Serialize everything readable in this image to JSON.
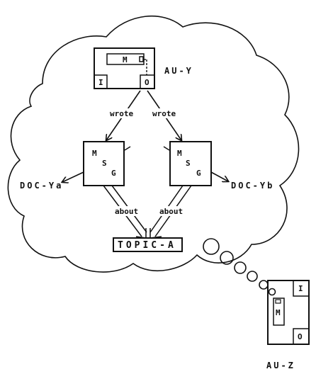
{
  "diagram": {
    "author_node": {
      "name": "AU-Y",
      "message_slot": "M",
      "input_slot": "I",
      "output_slot": "O"
    },
    "edges": {
      "left_wrote": "wrote",
      "right_wrote": "wrote",
      "left_about": "about",
      "right_about": "about"
    },
    "messages": [
      {
        "letters": [
          "M",
          "S",
          "G"
        ],
        "document": "DOC-Ya"
      },
      {
        "letters": [
          "M",
          "S",
          "G"
        ],
        "document": "DOC-Yb"
      }
    ],
    "topic": "TOPIC-A",
    "observer_node": {
      "name": "AU-Z",
      "input_slot": "I",
      "message_slot": "M",
      "output_slot": "O"
    }
  }
}
